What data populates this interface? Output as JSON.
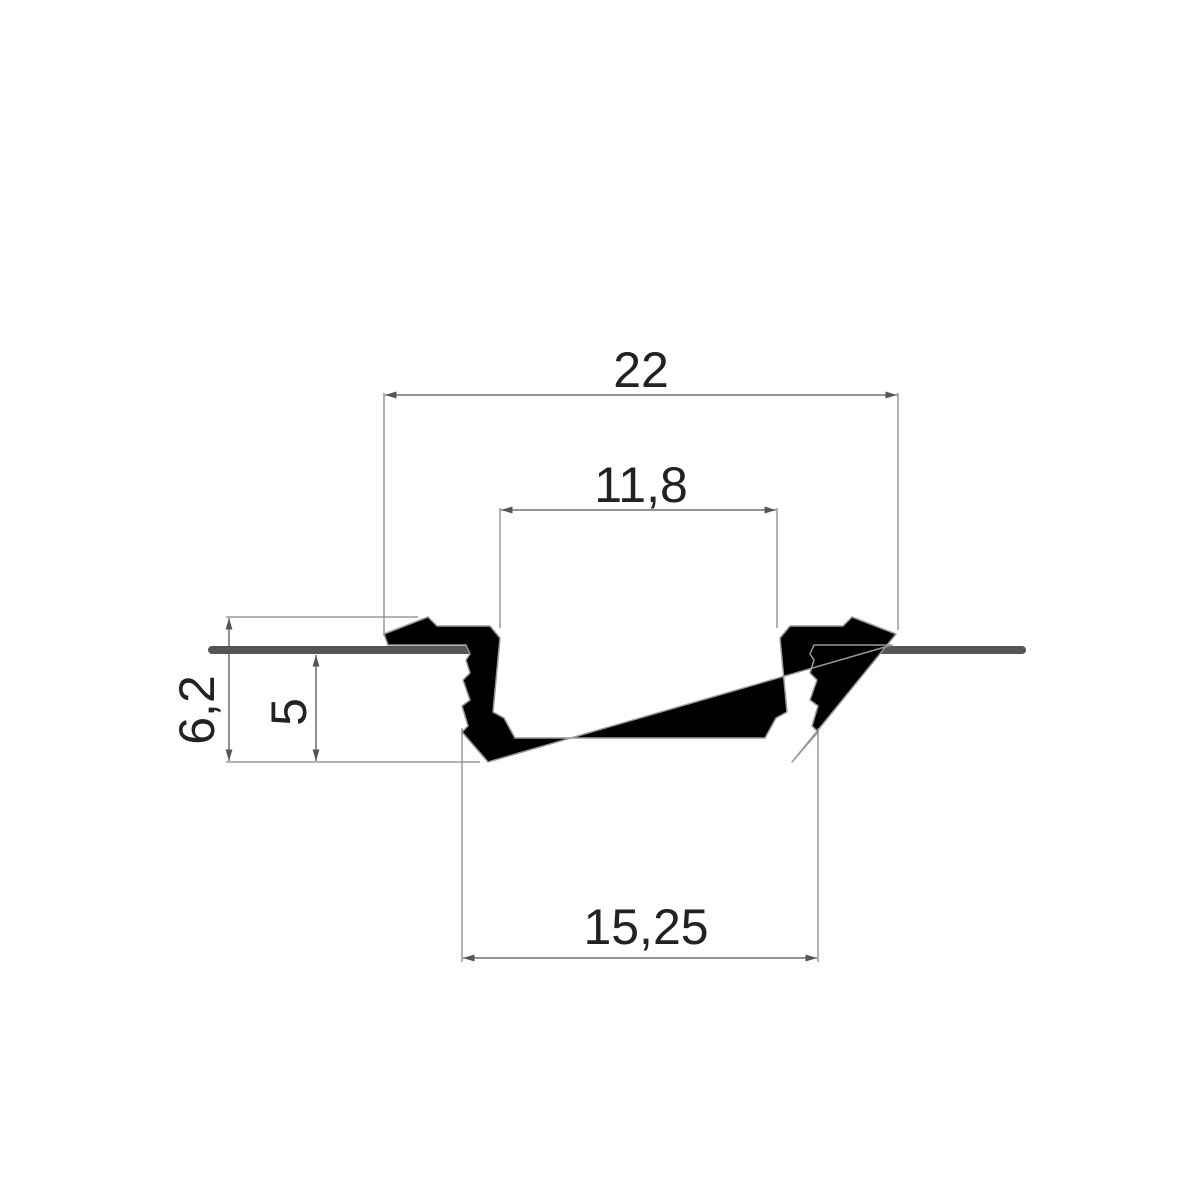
{
  "dimensions": {
    "overall_width": "22",
    "opening_width": "11,8",
    "base_width": "15,25",
    "overall_height": "6,2",
    "recess_depth": "5"
  },
  "colors": {
    "profile": "#000000",
    "surface": "#555555",
    "dimension_line": "#555555"
  }
}
